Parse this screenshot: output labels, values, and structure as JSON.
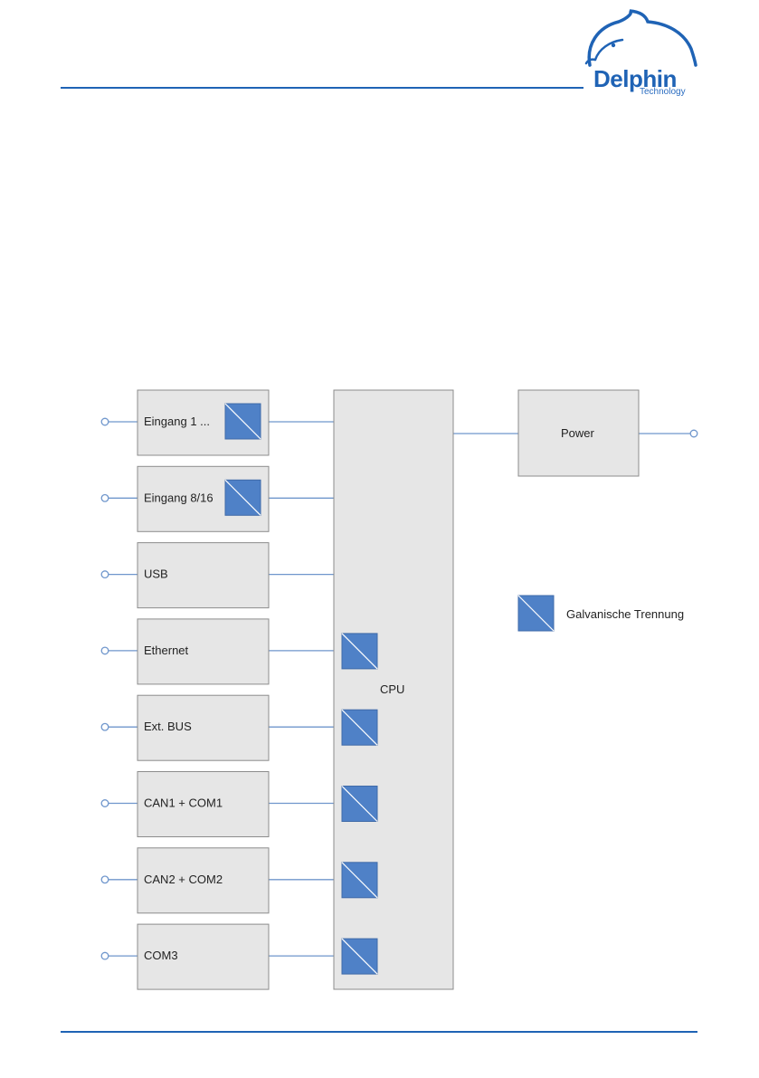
{
  "brand": {
    "name": "Delphin",
    "subtitle": "Technology",
    "accent_color": "#1f63b5"
  },
  "diagram": {
    "inputs": [
      {
        "label": "Eingang 1 ...",
        "isolation": "module"
      },
      {
        "label": "Eingang 8/16",
        "isolation": "module"
      },
      {
        "label": "USB",
        "isolation": "none"
      },
      {
        "label": "Ethernet",
        "isolation": "cpu"
      },
      {
        "label": "Ext. BUS",
        "isolation": "cpu"
      },
      {
        "label": "CAN1 + COM1",
        "isolation": "cpu"
      },
      {
        "label": "CAN2 + COM2",
        "isolation": "cpu"
      },
      {
        "label": "COM3",
        "isolation": "cpu"
      }
    ],
    "cpu_label": "CPU",
    "power_label": "Power",
    "legend_label": "Galvanische Trennung",
    "box_fill": "#e6e6e6",
    "box_stroke": "#8c8c8c",
    "line_color": "#6f96cc",
    "iso_fill": "#4f81c7"
  }
}
